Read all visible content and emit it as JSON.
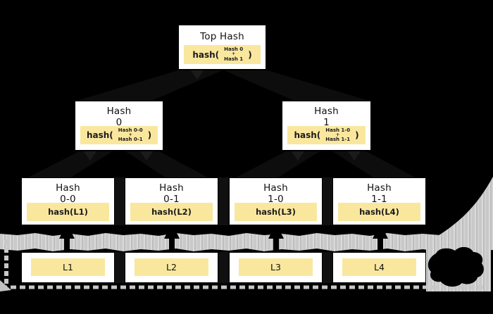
{
  "tree": {
    "root": {
      "title": "Top Hash",
      "fn_open": "hash(",
      "arg1": "Hash 0",
      "op": "+",
      "arg2": "Hash 1",
      "fn_close": ")"
    },
    "internal": [
      {
        "title1": "Hash",
        "title2": "0",
        "fn_open": "hash(",
        "arg1": "Hash 0-0",
        "op": "+",
        "arg2": "Hash 0-1",
        "fn_close": ")"
      },
      {
        "title1": "Hash",
        "title2": "1",
        "fn_open": "hash(",
        "arg1": "Hash 1-0",
        "op": "+",
        "arg2": "Hash 1-1",
        "fn_close": ")"
      }
    ],
    "leaves": [
      {
        "title1": "Hash",
        "title2": "0-0",
        "fn": "hash(L1)"
      },
      {
        "title1": "Hash",
        "title2": "0-1",
        "fn": "hash(L2)"
      },
      {
        "title1": "Hash",
        "title2": "1-0",
        "fn": "hash(L3)"
      },
      {
        "title1": "Hash",
        "title2": "1-1",
        "fn": "hash(L4)"
      }
    ],
    "blocks": [
      {
        "label": "L1"
      },
      {
        "label": "L2"
      },
      {
        "label": "L3"
      },
      {
        "label": "L4"
      }
    ]
  },
  "colors": {
    "background": "#000000",
    "node_fill": "#ffffff",
    "node_border": "#000000",
    "hash_fill": "#fae79e",
    "sketch_gray": "#cccccc"
  }
}
